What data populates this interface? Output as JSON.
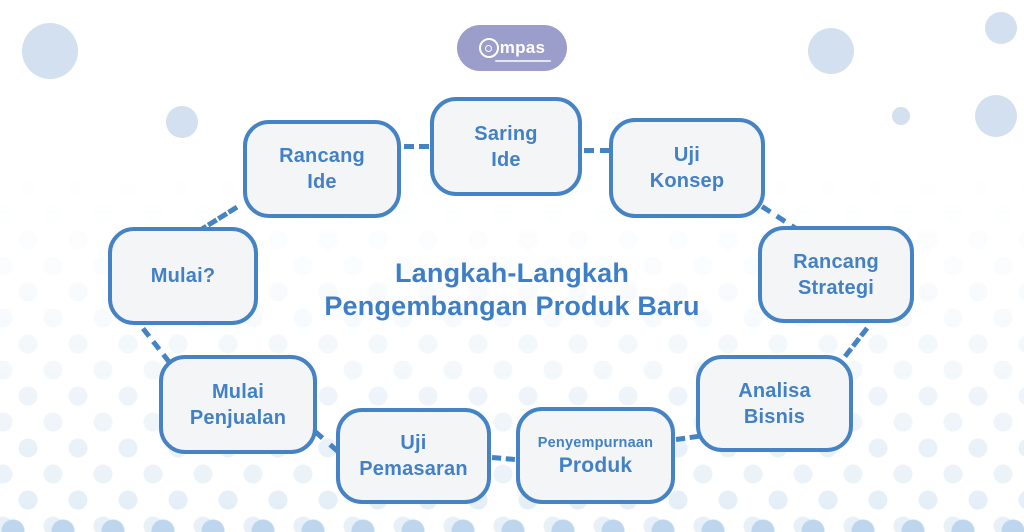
{
  "title": {
    "line1": "Langkah-Langkah",
    "line2": "Pengembangan Produk Baru"
  },
  "logo": {
    "text": "Compas",
    "text_after_icon": "mpas"
  },
  "steps": [
    {
      "id": "mulai",
      "line1": "Mulai?"
    },
    {
      "id": "rancang-ide",
      "line1": "Rancang",
      "line2": "Ide"
    },
    {
      "id": "saring-ide",
      "line1": "Saring",
      "line2": "Ide"
    },
    {
      "id": "uji-konsep",
      "line1": "Uji",
      "line2": "Konsep"
    },
    {
      "id": "rancang-strategi",
      "line1": "Rancang",
      "line2": "Strategi"
    },
    {
      "id": "analisa-bisnis",
      "line1": "Analisa",
      "line2": "Bisnis"
    },
    {
      "id": "penyempurnaan-produk",
      "line1": "Penyempurnaan",
      "line2": "Produk"
    },
    {
      "id": "uji-pemasaran",
      "line1": "Uji",
      "line2": "Pemasaran"
    },
    {
      "id": "mulai-penjualan",
      "line1": "Mulai",
      "line2": "Penjualan"
    }
  ],
  "colors": {
    "accent_blue": "#4583c4",
    "title_blue": "#3c7ec8",
    "box_fill": "#f4f5f7",
    "logo_background": "#9b9dca",
    "decor_circle": "#d2e0ef",
    "bottom_dots": "#bed6ed"
  }
}
